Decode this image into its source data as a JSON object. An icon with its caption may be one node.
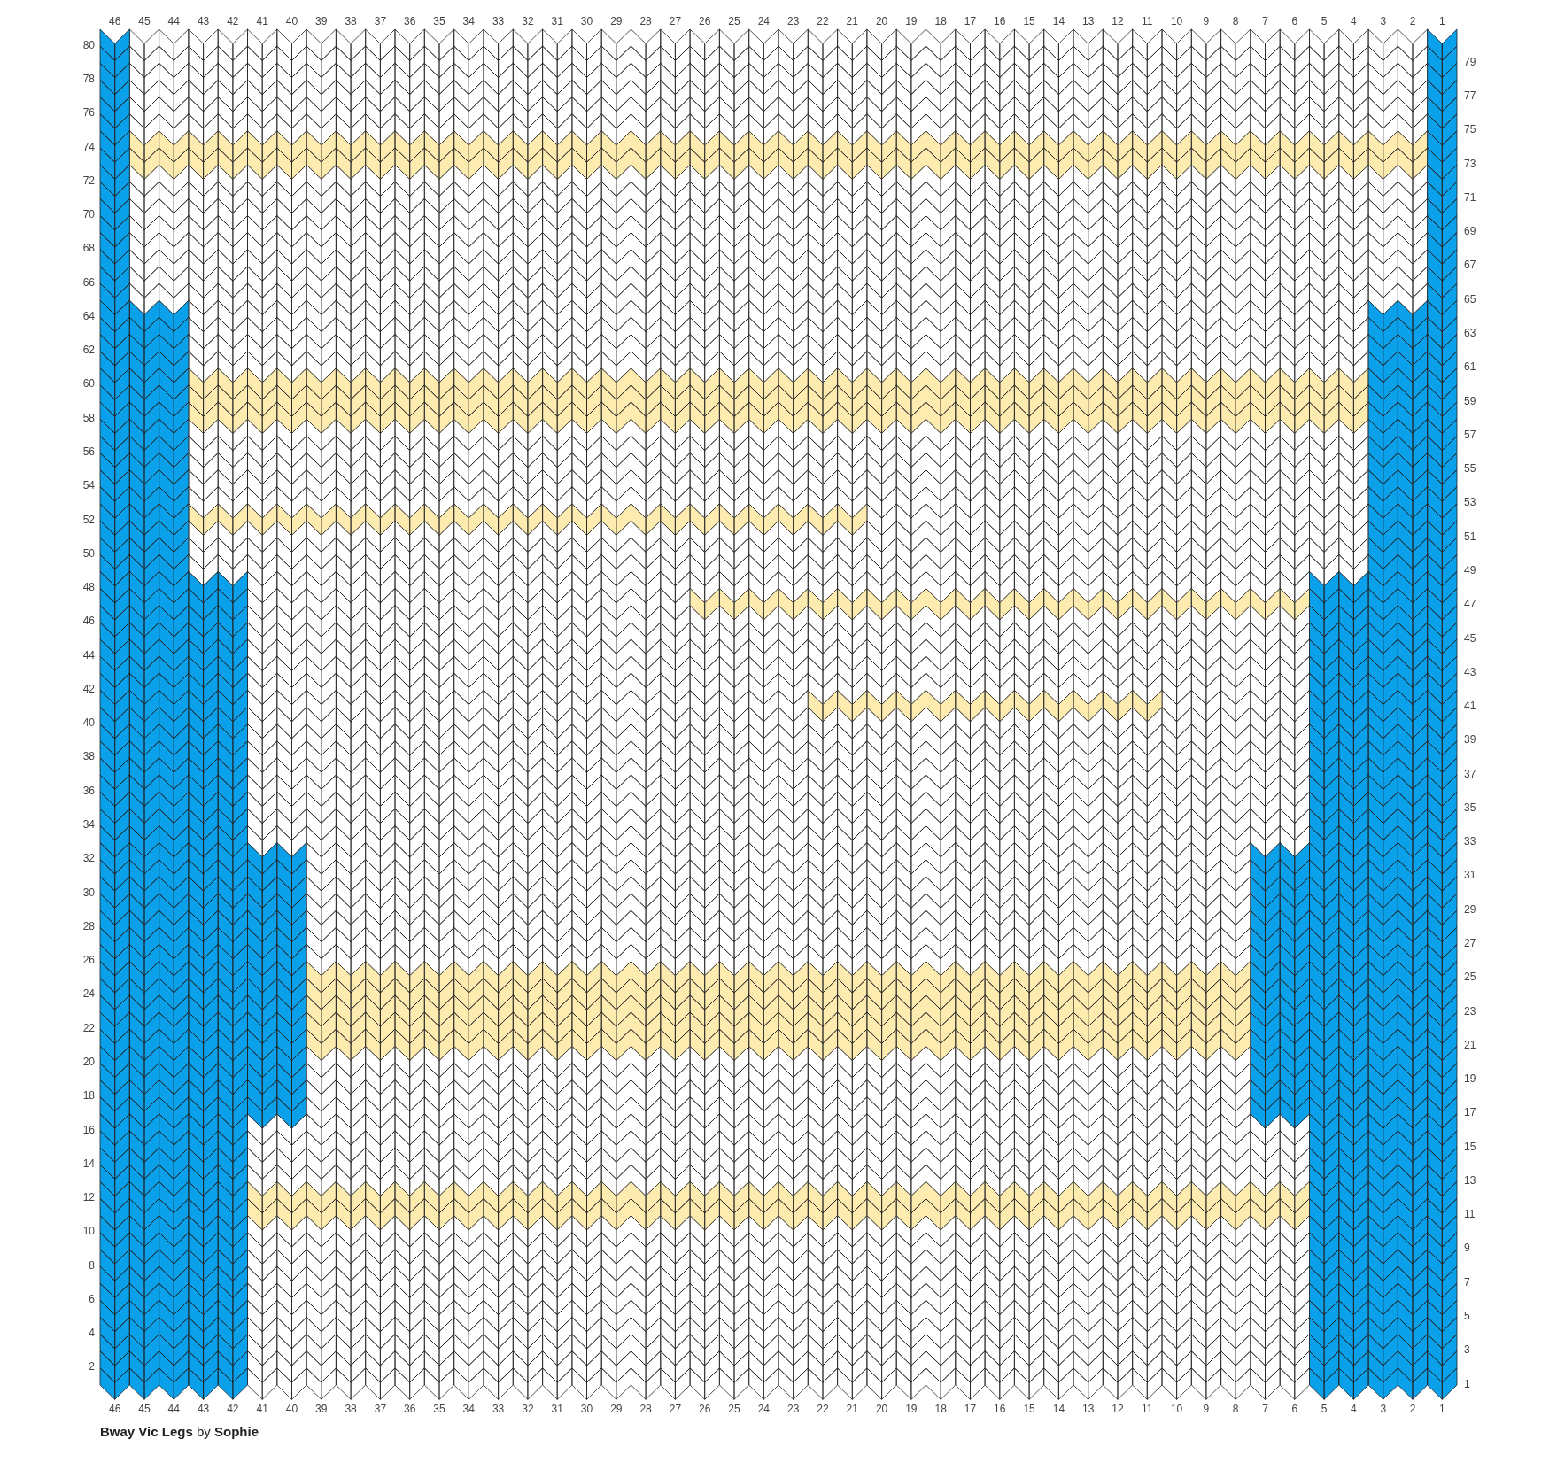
{
  "diagram": {
    "title": "**Bway Vic Legs** by **Sophie**",
    "labels": [
      "46",
      "45",
      "44",
      "43",
      "42",
      "41",
      "40",
      "39",
      "38",
      "37",
      "36",
      "35",
      "34",
      "33",
      "32",
      "31",
      "30",
      "29",
      "28",
      "27",
      "26",
      "25",
      "24",
      "23",
      "22",
      "21",
      "20",
      "19",
      "18",
      "17",
      "16",
      "15",
      "14",
      "13",
      "12",
      "11",
      "10",
      "9",
      "8",
      "7",
      "6",
      "5",
      "4",
      "3",
      "2",
      "1",
      "80",
      "79",
      "78",
      "77",
      "76",
      "75",
      "74",
      "73",
      "72",
      "71",
      "70",
      "69",
      "68",
      "67",
      "66",
      "65",
      "64",
      "63",
      "62",
      "61",
      "60",
      "59",
      "58",
      "57",
      "56",
      "55",
      "54",
      "53",
      "52",
      "51",
      "50",
      "49",
      "48",
      "47",
      "46",
      "45",
      "44",
      "43",
      "42",
      "41",
      "40",
      "39",
      "38",
      "37",
      "36",
      "35",
      "34",
      "33",
      "32",
      "31",
      "30",
      "29",
      "28",
      "27",
      "26",
      "25",
      "24",
      "23",
      "22",
      "21",
      "20",
      "19",
      "18",
      "17",
      "16",
      "15",
      "14",
      "13",
      "12",
      "11",
      "10",
      "9",
      "8",
      "7",
      "6",
      "5",
      "4",
      "3",
      "2",
      "1",
      "46",
      "45",
      "44",
      "43",
      "42",
      "41",
      "40",
      "39",
      "38",
      "37",
      "36",
      "35",
      "34",
      "33",
      "32",
      "31",
      "30",
      "29",
      "28",
      "27",
      "26",
      "25",
      "24",
      "23",
      "22",
      "21",
      "20",
      "19",
      "18",
      "17",
      "16",
      "15",
      "14",
      "13",
      "12",
      "11",
      "10",
      "9",
      "8",
      "7",
      "6",
      "5",
      "4",
      "3",
      "2",
      "1"
    ]
  }
}
